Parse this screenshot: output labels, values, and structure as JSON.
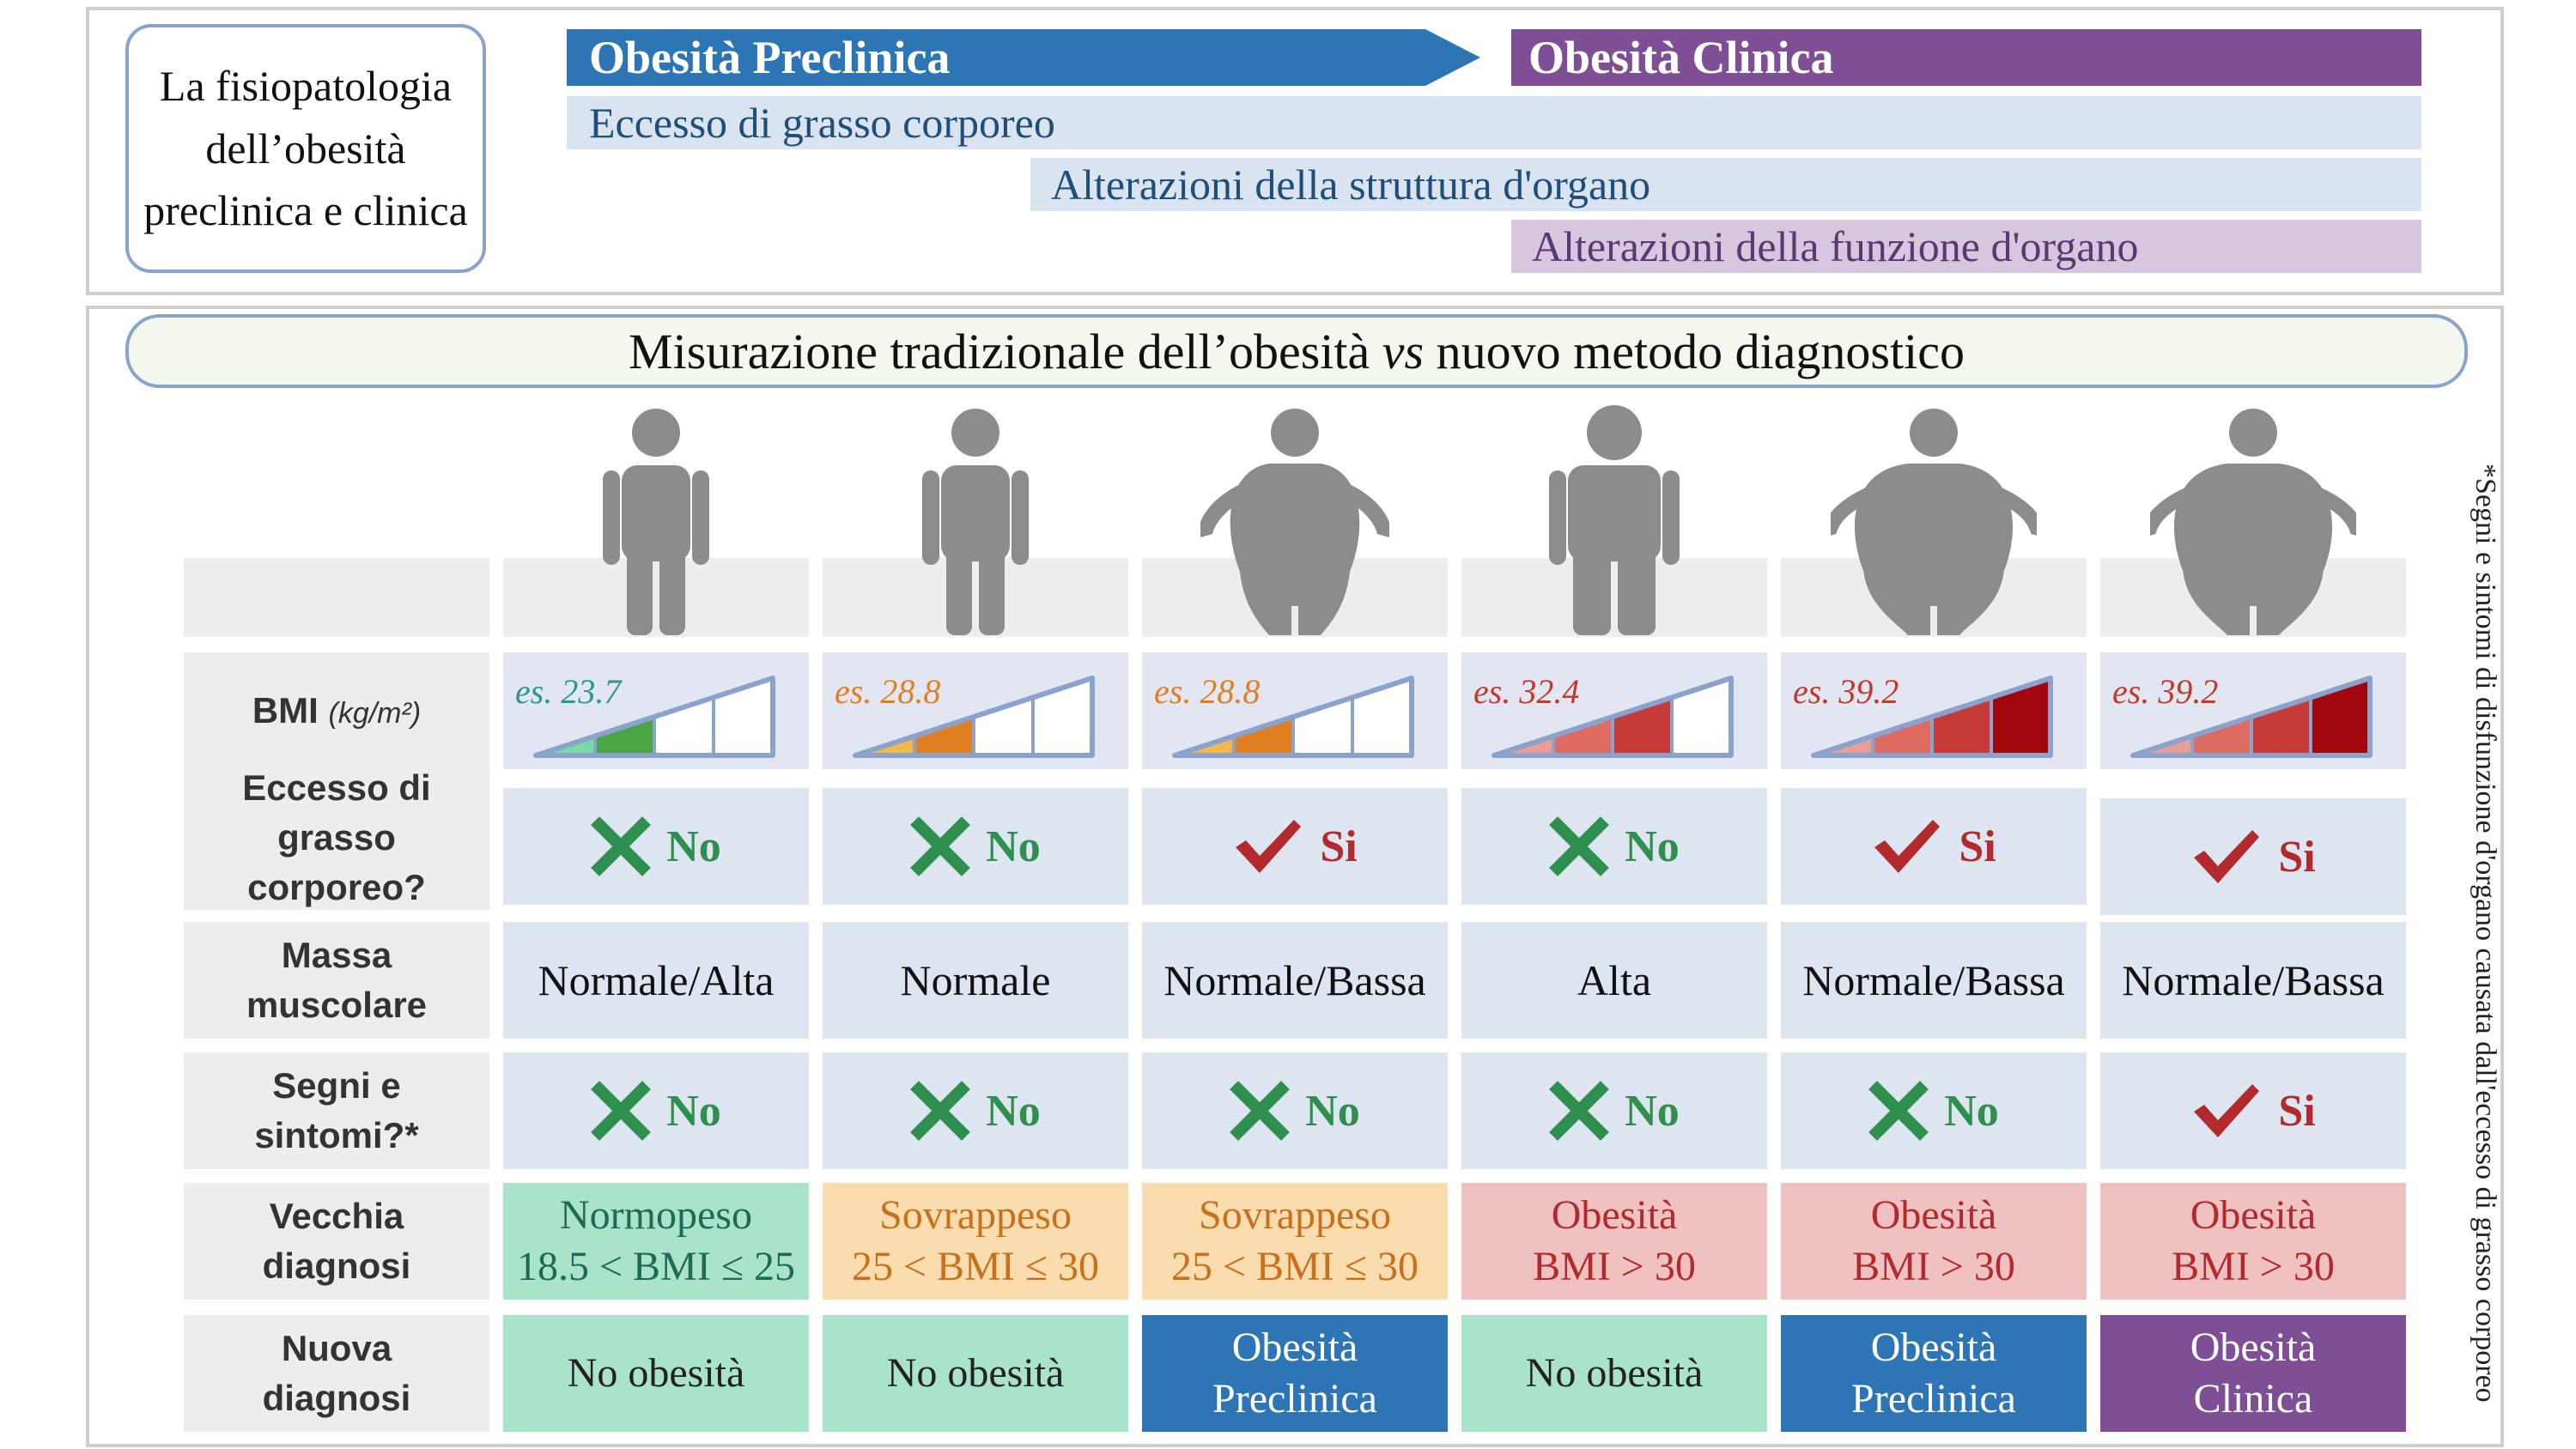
{
  "top": {
    "title_lines": [
      "La fisiopatologia",
      "dell’obesità",
      "preclinica e clinica"
    ],
    "arrow_preclinical": "Obesità Preclinica",
    "bar_clinical": "Obesità Clinica",
    "bar_fat": "Eccesso di grasso corporeo",
    "bar_structure": "Alterazioni della struttura d'organo",
    "bar_function": "Alterazioni della funzione d'organo"
  },
  "bottom": {
    "title_pre": "Misurazione tradizionale dell’obesità ",
    "title_vs": "vs",
    "title_post": " nuovo metodo diagnostico",
    "side_note": "*Segni e sintomi di disfunzione d'organo causata dall'eccesso di grasso corporeo"
  },
  "rows": {
    "bmi": "BMI",
    "bmi_unit": "(kg/m²)",
    "fat": [
      "Eccesso di",
      "grasso",
      "corporeo?"
    ],
    "muscle": [
      "Massa",
      "muscolare"
    ],
    "signs": [
      "Segni e",
      "sintomi?*"
    ],
    "old": [
      "Vecchia",
      "diagnosi"
    ],
    "new": [
      "Nuova",
      "diagnosi"
    ]
  },
  "columns": [
    {
      "figure": "slim",
      "bmi": "es. 23.7",
      "bmi_level": 2,
      "palette": "green",
      "bmi_color": "#2a9a88",
      "fat": {
        "ok": false,
        "label": "No"
      },
      "muscle": "Normale/Alta",
      "signs": {
        "ok": false,
        "label": "No"
      },
      "old": [
        "Normopeso",
        "18.5 < BMI ≤ 25"
      ],
      "old_kind": "green",
      "new": [
        "No obesità"
      ],
      "new_kind": "green"
    },
    {
      "figure": "slim",
      "bmi": "es. 28.8",
      "bmi_level": 2,
      "palette": "orange",
      "bmi_color": "#e07f22",
      "fat": {
        "ok": false,
        "label": "No"
      },
      "muscle": "Normale",
      "signs": {
        "ok": false,
        "label": "No"
      },
      "old": [
        "Sovrappeso",
        "25 < BMI ≤ 30"
      ],
      "old_kind": "orange",
      "new": [
        "No obesità"
      ],
      "new_kind": "green"
    },
    {
      "figure": "round",
      "bmi": "es. 28.8",
      "bmi_level": 2,
      "palette": "orange",
      "bmi_color": "#e07f22",
      "fat": {
        "ok": true,
        "label": "Si"
      },
      "muscle": "Normale/Bassa",
      "signs": {
        "ok": false,
        "label": "No"
      },
      "old": [
        "Sovrappeso",
        "25 < BMI ≤ 30"
      ],
      "old_kind": "orange",
      "new": [
        "Obesità",
        "Preclinica"
      ],
      "new_kind": "blue"
    },
    {
      "figure": "broad",
      "bmi": "es. 32.4",
      "bmi_level": 3,
      "palette": "red",
      "bmi_color": "#c0392b",
      "fat": {
        "ok": false,
        "label": "No"
      },
      "muscle": "Alta",
      "signs": {
        "ok": false,
        "label": "No"
      },
      "old": [
        "Obesità",
        "BMI > 30"
      ],
      "old_kind": "red",
      "new": [
        "No obesità"
      ],
      "new_kind": "green"
    },
    {
      "figure": "heavy",
      "bmi": "es. 39.2",
      "bmi_level": 4,
      "palette": "red",
      "bmi_color": "#c0392b",
      "fat": {
        "ok": true,
        "label": "Si"
      },
      "muscle": "Normale/Bassa",
      "signs": {
        "ok": false,
        "label": "No"
      },
      "old": [
        "Obesità",
        "BMI > 30"
      ],
      "old_kind": "red",
      "new": [
        "Obesità",
        "Preclinica"
      ],
      "new_kind": "blue"
    },
    {
      "figure": "heavy",
      "bmi": "es. 39.2",
      "bmi_level": 4,
      "palette": "red",
      "bmi_color": "#c0392b",
      "fat": {
        "ok": true,
        "label": "Si"
      },
      "muscle": "Normale/Bassa",
      "signs": {
        "ok": true,
        "label": "Si"
      },
      "old": [
        "Obesità",
        "BMI > 30"
      ],
      "old_kind": "red",
      "new": [
        "Obesità",
        "Clinica"
      ],
      "new_kind": "purple"
    }
  ],
  "colors": {
    "blue": "#2e75b6",
    "purple": "#7f4f96",
    "light_blue": "#dae4f0",
    "light_purple": "#d7c6de",
    "green_cell": "#a9e3c9",
    "orange_cell": "#fbdcae",
    "red_cell": "#efc1c0",
    "check_red": "#b22a2e",
    "cross_green": "#2f8f4e",
    "figure_gray": "#8c8c8c"
  }
}
